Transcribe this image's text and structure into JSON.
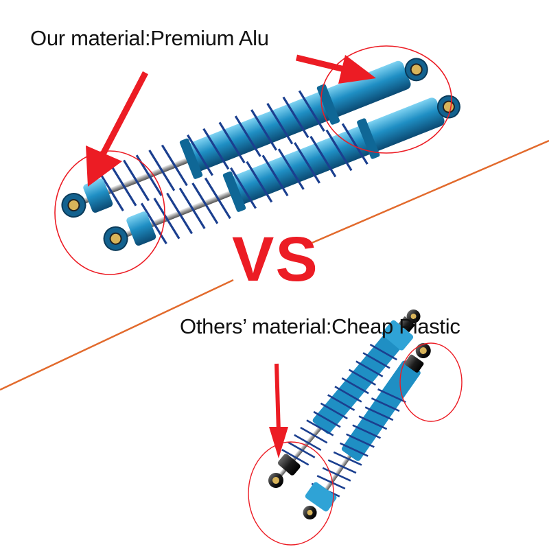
{
  "captions": {
    "top": "Our material:Premium Alu",
    "bottom": "Others’ material:Cheap Plastic",
    "vs": "VS"
  },
  "colors": {
    "accent_red": "#ec1c24",
    "divider_orange": "#e26a2c",
    "aluminum_blue": "#1f8fc4",
    "spring_blue": "#1b3f8f",
    "plastic_black": "#1c1c1c"
  }
}
